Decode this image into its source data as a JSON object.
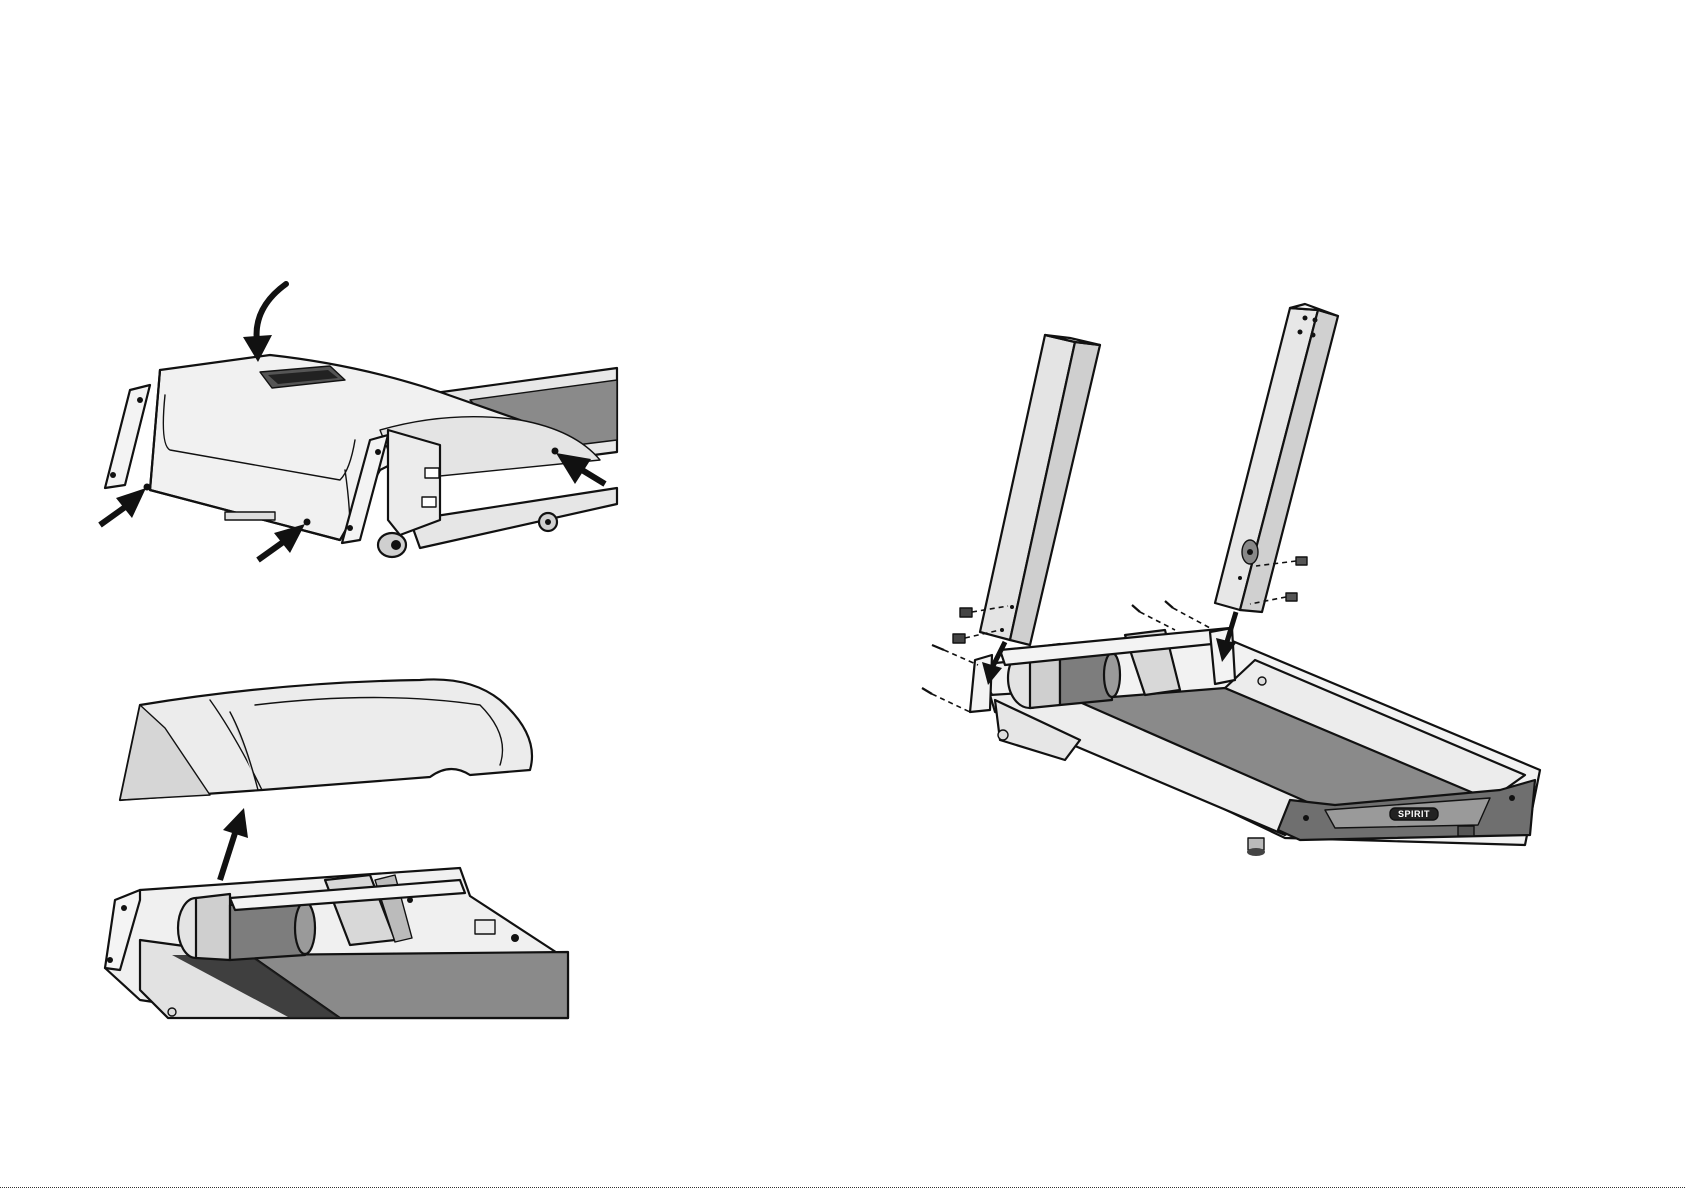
{
  "figures": [
    {
      "id": "motor-hood-fasteners",
      "panel": "top-left"
    },
    {
      "id": "motor-hood-removal",
      "panel": "bottom-left"
    },
    {
      "id": "upright-installation",
      "panel": "right"
    }
  ],
  "logo": {
    "text": "SPIRIT"
  },
  "colors": {
    "line": "#111111",
    "panel_light": "#e6e6e6",
    "panel_mid": "#cfcfcf",
    "belt": "#8a8a8a",
    "motor": "#7d7d7d",
    "end_cap": "#6f6f6f"
  }
}
